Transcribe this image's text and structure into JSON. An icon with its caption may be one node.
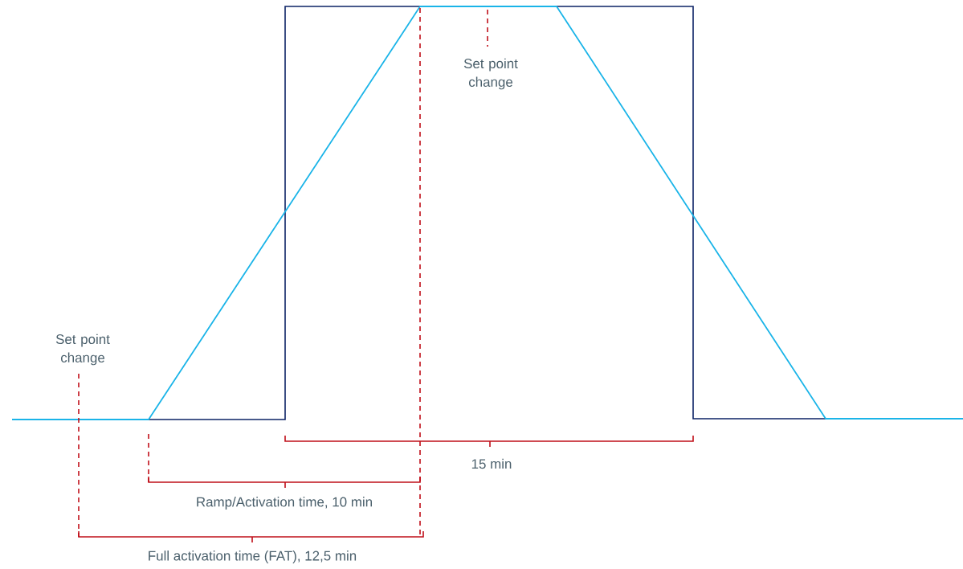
{
  "diagram": {
    "labels": [
      "Set point change",
      "Set point change",
      "15 min",
      "Ramp/Activation time, 10 min",
      "Full activation time (FAT), 12,5 min"
    ]
  }
}
